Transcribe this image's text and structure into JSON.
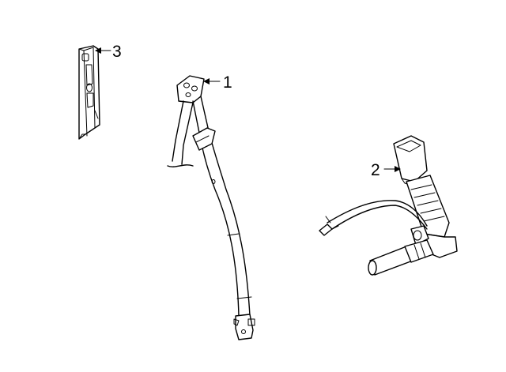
{
  "callouts": {
    "belt_assembly": "1",
    "buckle": "2",
    "height_adjuster": "3"
  }
}
